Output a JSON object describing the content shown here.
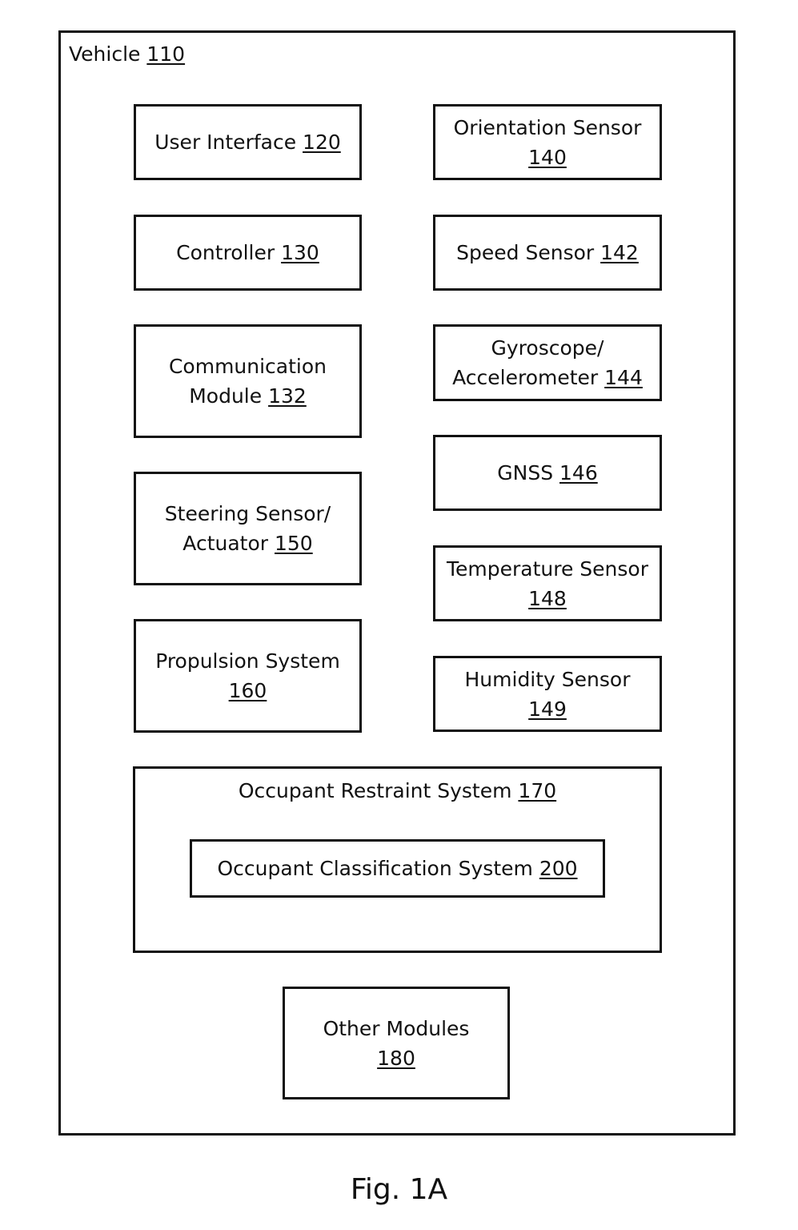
{
  "vehicle": {
    "label": "Vehicle",
    "ref": "110"
  },
  "left_column": [
    {
      "name": "user-interface-box",
      "line1": "User Interface",
      "line2": "",
      "ref": "120"
    },
    {
      "name": "controller-box",
      "line1": "Controller",
      "line2": "",
      "ref": "130"
    },
    {
      "name": "communication-module-box",
      "line1": "Communication",
      "line2": "Module",
      "ref": "132"
    },
    {
      "name": "steering-sensor-actuator-box",
      "line1": "Steering Sensor/",
      "line2": "Actuator",
      "ref": "150"
    },
    {
      "name": "propulsion-system-box",
      "line1": "Propulsion System",
      "line2": "",
      "ref": "160"
    }
  ],
  "right_column": [
    {
      "name": "orientation-sensor-box",
      "line1": "Orientation Sensor",
      "line2": "",
      "ref": "140"
    },
    {
      "name": "speed-sensor-box",
      "line1": "Speed Sensor",
      "line2": "",
      "ref": "142"
    },
    {
      "name": "gyroscope-accelerometer-box",
      "line1": "Gyroscope/",
      "line2": "Accelerometer",
      "ref": "144"
    },
    {
      "name": "gnss-box",
      "line1": "GNSS",
      "line2": "",
      "ref": "146"
    },
    {
      "name": "temperature-sensor-box",
      "line1": "Temperature Sensor",
      "line2": "",
      "ref": "148"
    },
    {
      "name": "humidity-sensor-box",
      "line1": "Humidity Sensor",
      "line2": "",
      "ref": "149"
    }
  ],
  "occupant_restraint": {
    "label": "Occupant Restraint System",
    "ref": "170"
  },
  "occupant_classification": {
    "label": "Occupant Classification System",
    "ref": "200"
  },
  "other_modules": {
    "label": "Other Modules",
    "ref": "180"
  },
  "caption": "Fig. 1A"
}
